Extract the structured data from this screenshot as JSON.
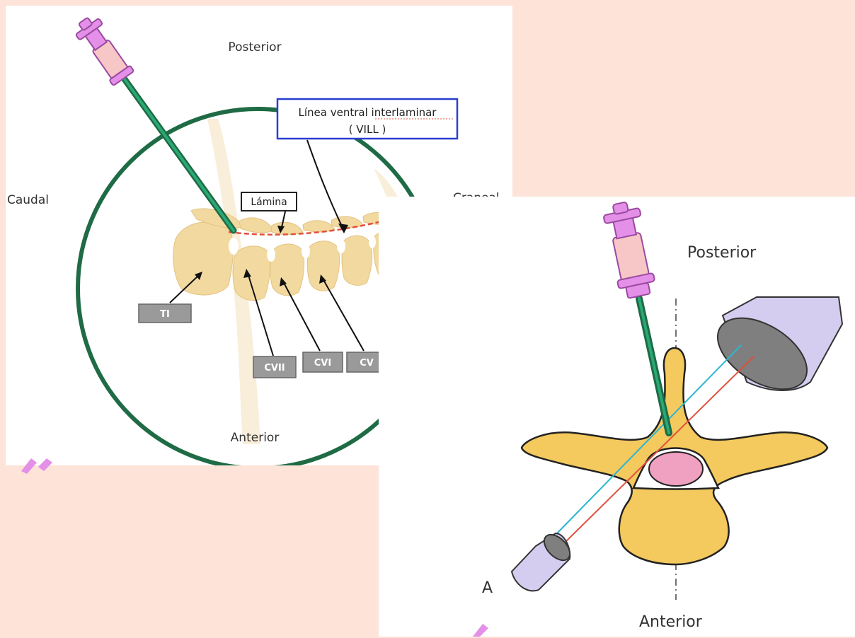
{
  "diagram1": {
    "labels": {
      "posterior": "Posterior",
      "anterior": "Anterior",
      "caudal": "Caudal",
      "craneal": "Craneal",
      "vill_line1": "Línea ventral interlaminar",
      "vill_line2": "( VILL )",
      "lamina": "Lámina"
    },
    "vertebra_tags": [
      "TI",
      "CVII",
      "CVI",
      "CV"
    ],
    "colors": {
      "circle": "#1e6b45",
      "needle": "#1e8a5e",
      "bone": "#f2d9a0",
      "vill_line": "#e0503c",
      "box_border": "#2a3fd0",
      "tag_fill": "#9a9a9a"
    }
  },
  "diagram2": {
    "labels": {
      "posterior": "Posterior",
      "anterior": "Anterior",
      "panel_letter": "A"
    },
    "colors": {
      "bone": "#f4c95d",
      "canal_fill": "#ffffff",
      "cord": "#f0a0c0",
      "transducer": "#d5cdf0",
      "beam_blue": "#2bb6d0",
      "beam_red": "#e0503c",
      "needle": "#1e8a5e",
      "syringe": "#e48fe8"
    }
  }
}
